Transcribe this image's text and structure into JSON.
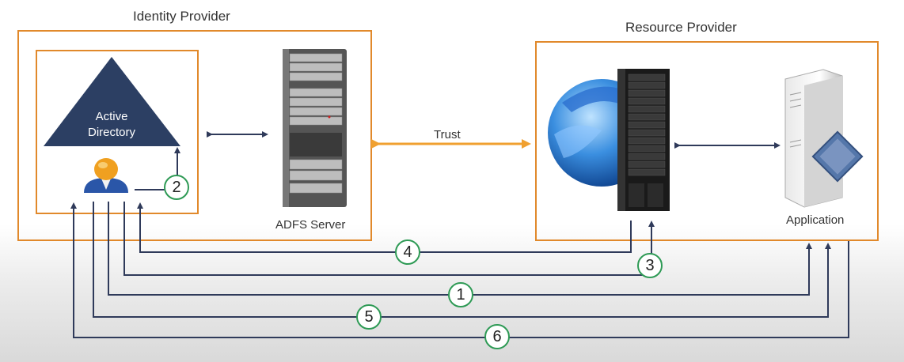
{
  "identity_provider": {
    "title": "Identity Provider"
  },
  "resource_provider": {
    "title": "Resource Provider"
  },
  "active_directory": {
    "line1": "Active",
    "line2": "Directory"
  },
  "adfs_server": {
    "label": "ADFS Server"
  },
  "trust": {
    "label": "Trust"
  },
  "application": {
    "label": "Application"
  },
  "steps": [
    "1",
    "2",
    "3",
    "4",
    "5",
    "6"
  ],
  "colors": {
    "box_border": "#e1892b",
    "arrow": "#2f3a5a",
    "trust_arrow": "#f0a030",
    "step_ring": "#2e9a55",
    "triangle": "#2c3f63"
  }
}
